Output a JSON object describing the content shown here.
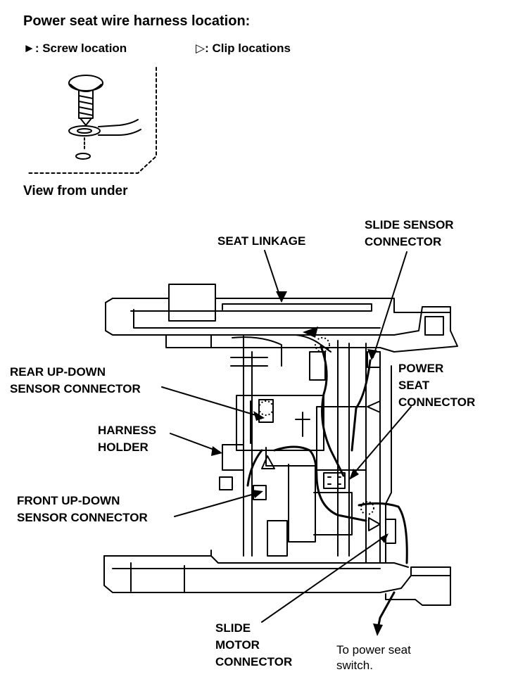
{
  "title": "Power seat wire harness location:",
  "legend": {
    "screw": "►: Screw location",
    "clip": "▷: Clip locations"
  },
  "inset_caption": "View from under",
  "labels": {
    "seat_linkage": "SEAT LINKAGE",
    "slide_sensor_1": "SLIDE SENSOR",
    "slide_sensor_2": "CONNECTOR",
    "rear_updown_1": "REAR UP-DOWN",
    "rear_updown_2": "SENSOR CONNECTOR",
    "power_seat_1": "POWER",
    "power_seat_2": "SEAT",
    "power_seat_3": "CONNECTOR",
    "harness_holder_1": "HARNESS",
    "harness_holder_2": "HOLDER",
    "front_updown_1": "FRONT UP-DOWN",
    "front_updown_2": "SENSOR CONNECTOR",
    "slide_motor_1": "SLIDE",
    "slide_motor_2": "MOTOR",
    "slide_motor_3": "CONNECTOR",
    "to_switch_1": "To power seat",
    "to_switch_2": "switch."
  }
}
